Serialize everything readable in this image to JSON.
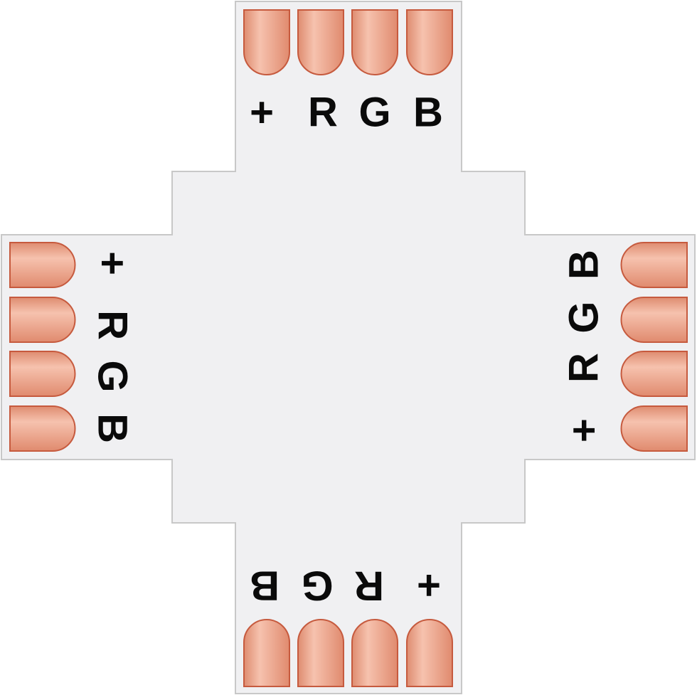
{
  "board": {
    "board_color": "#f0f0f2",
    "outline_color": "#c8c8c8",
    "pad_color": "#e79a80",
    "pad_edge_color": "#c65a3e",
    "pad_highlight_color": "#f8c8b6"
  },
  "connectors": {
    "top": {
      "labels": [
        "+",
        "R",
        "G",
        "B"
      ]
    },
    "right": {
      "labels": [
        "B",
        "G",
        "R",
        "+"
      ]
    },
    "bottom": {
      "labels": [
        "B",
        "G",
        "R",
        "+"
      ]
    },
    "left": {
      "labels": [
        "+",
        "R",
        "G",
        "B"
      ]
    }
  }
}
